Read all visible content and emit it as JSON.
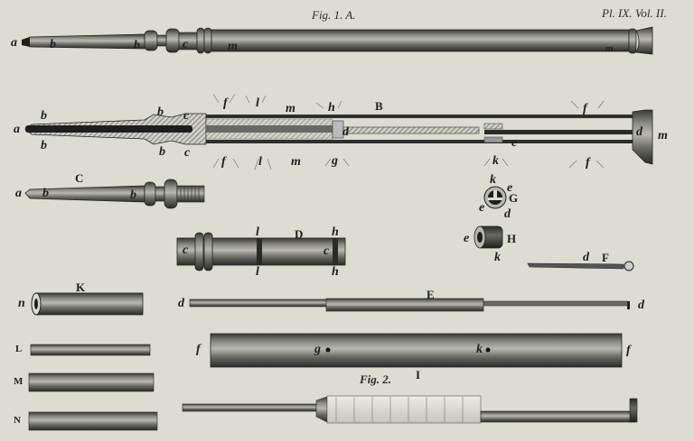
{
  "plate": {
    "fig1_title": "Fig. 1. A.",
    "plate_ref": "Pl. IX. Vol. II.",
    "fig2_title": "Fig. 2.",
    "background_color": "#dcdcd3",
    "ink_color": "#2a2a2a"
  },
  "figure_A": {
    "labels": {
      "a": "a",
      "b1": "b",
      "b2": "b",
      "c": "c",
      "m1": "m",
      "m2": "m"
    }
  },
  "figure_B": {
    "caption": "B",
    "labels": {
      "a": "a",
      "b_top1": "b",
      "b_top2": "b",
      "c_top": "c",
      "f_top1": "f",
      "l_top": "l",
      "m_top": "m",
      "h_top": "h",
      "d_mid": "d",
      "f_top2": "f",
      "d_end": "d",
      "m_end": "m",
      "b_bot1": "b",
      "b_bot2": "b",
      "c_bot": "c",
      "f_bot1": "f",
      "l_bot": "l",
      "m_bot": "m",
      "g_bot": "g",
      "k_bot": "k",
      "e_mid": "e",
      "f_bot2": "f"
    }
  },
  "figure_C": {
    "caption": "C",
    "labels": {
      "a": "a",
      "b1": "b",
      "b2": "b"
    }
  },
  "figure_D": {
    "caption": "D",
    "labels": {
      "c1": "c",
      "l_top": "l",
      "c2": "c",
      "h_top": "h",
      "l_bot": "l",
      "h_bot": "h"
    }
  },
  "figure_G": {
    "caption": "G",
    "labels": {
      "k": "k",
      "e1": "e",
      "e2": "e",
      "d": "d"
    }
  },
  "figure_H": {
    "caption": "H",
    "labels": {
      "e": "e",
      "k": "k"
    }
  },
  "figure_F": {
    "caption": "F",
    "labels": {
      "d": "d"
    }
  },
  "figure_K": {
    "caption": "K",
    "labels": {
      "n": "n"
    }
  },
  "figure_E": {
    "caption": "E",
    "labels": {
      "d_left": "d",
      "d_right": "d"
    }
  },
  "figure_I": {
    "caption": "I",
    "labels": {
      "f_left": "f",
      "g": "g",
      "k": "k",
      "f_right": "f"
    }
  },
  "figure_L": {
    "caption": "L"
  },
  "figure_M": {
    "caption": "M"
  },
  "figure_N": {
    "caption": "N"
  }
}
